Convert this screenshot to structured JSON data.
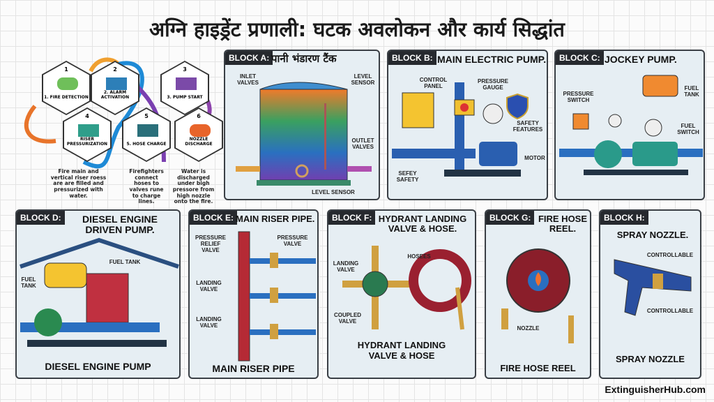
{
  "title": "अग्नि हाइड्रेंट प्रणाली: घटक अवलोकन और कार्य सिद्धांत",
  "flow": {
    "steps": [
      {
        "num": "1",
        "label": "1. FIRE DETECTION"
      },
      {
        "num": "2",
        "label": "2. ALARM ACTIVATION"
      },
      {
        "num": "3",
        "label": "3. PUMP START"
      },
      {
        "num": "4",
        "label": "RISER PRESSURIZATION"
      },
      {
        "num": "5",
        "label": "5. HOSE CHARGE"
      },
      {
        "num": "6",
        "label": "NOZZLE DISCHARGE"
      }
    ],
    "descriptions": [
      "Fire main and vertical riser roess are are filled and pressurized with water.",
      "Firefighters connect hoses to valves rune to charge lines.",
      "Water is discharged under bigh pressore from high nozzle onto the fire."
    ]
  },
  "blocks": {
    "a": {
      "tag": "BLOCK A:",
      "title": "पानी भंडारण टैंक",
      "labels": [
        "INLET VALVES",
        "LEVEL SENSOR",
        "OUTLET VALVES",
        "LEVEL SENSOR"
      ]
    },
    "b": {
      "tag": "BLOCK B:",
      "title": "MAIN ELECTRIC PUMP.",
      "labels": [
        "CONTROL PANEL",
        "PRESSURE GAUGE",
        "SAFETY FEATURES",
        "MOTOR",
        "SEFEY SAFETY"
      ]
    },
    "c": {
      "tag": "BLOCK C:",
      "title": "JOCKEY PUMP.",
      "labels": [
        "PRESSURE SWITCH",
        "FUEL TANK",
        "FUEL SWITCH"
      ]
    },
    "d": {
      "tag": "BLOCK D:",
      "title": "DIESEL ENGINE DRIVEN PUMP.",
      "labels": [
        "FUEL TANK",
        "FUEL TANK"
      ],
      "caption": "DIESEL ENGINE PUMP"
    },
    "e": {
      "tag": "BLOCK E:",
      "title": "MAIN RISER PIPE.",
      "labels": [
        "PRESSURE RELIEF VALVE",
        "PRESSURE VALVE",
        "LANDING VALVE",
        "LANDING VALVE"
      ],
      "caption": "MAIN RISER PIPE"
    },
    "f": {
      "tag": "BLOCK F:",
      "title": "HYDRANT LANDING VALVE & HOSE.",
      "labels": [
        "LANDING VALVE",
        "HOSEES",
        "COUPLED VALVE"
      ],
      "caption": "HYDRANT LANDING VALVE & HOSE"
    },
    "g": {
      "tag": "BLOCK G:",
      "title": "FIRE HOSE REEL.",
      "labels": [
        "NOZZLE"
      ],
      "caption": "FIRE HOSE REEL"
    },
    "h": {
      "tag": "BLOCK H:",
      "title": "SPRAY NOZZLE.",
      "labels": [
        "CONTROLLABLE",
        "CONTROLLABLE"
      ],
      "caption": "SPRAY NOZZLE"
    }
  },
  "footer": "ExtinguisherHub.com"
}
